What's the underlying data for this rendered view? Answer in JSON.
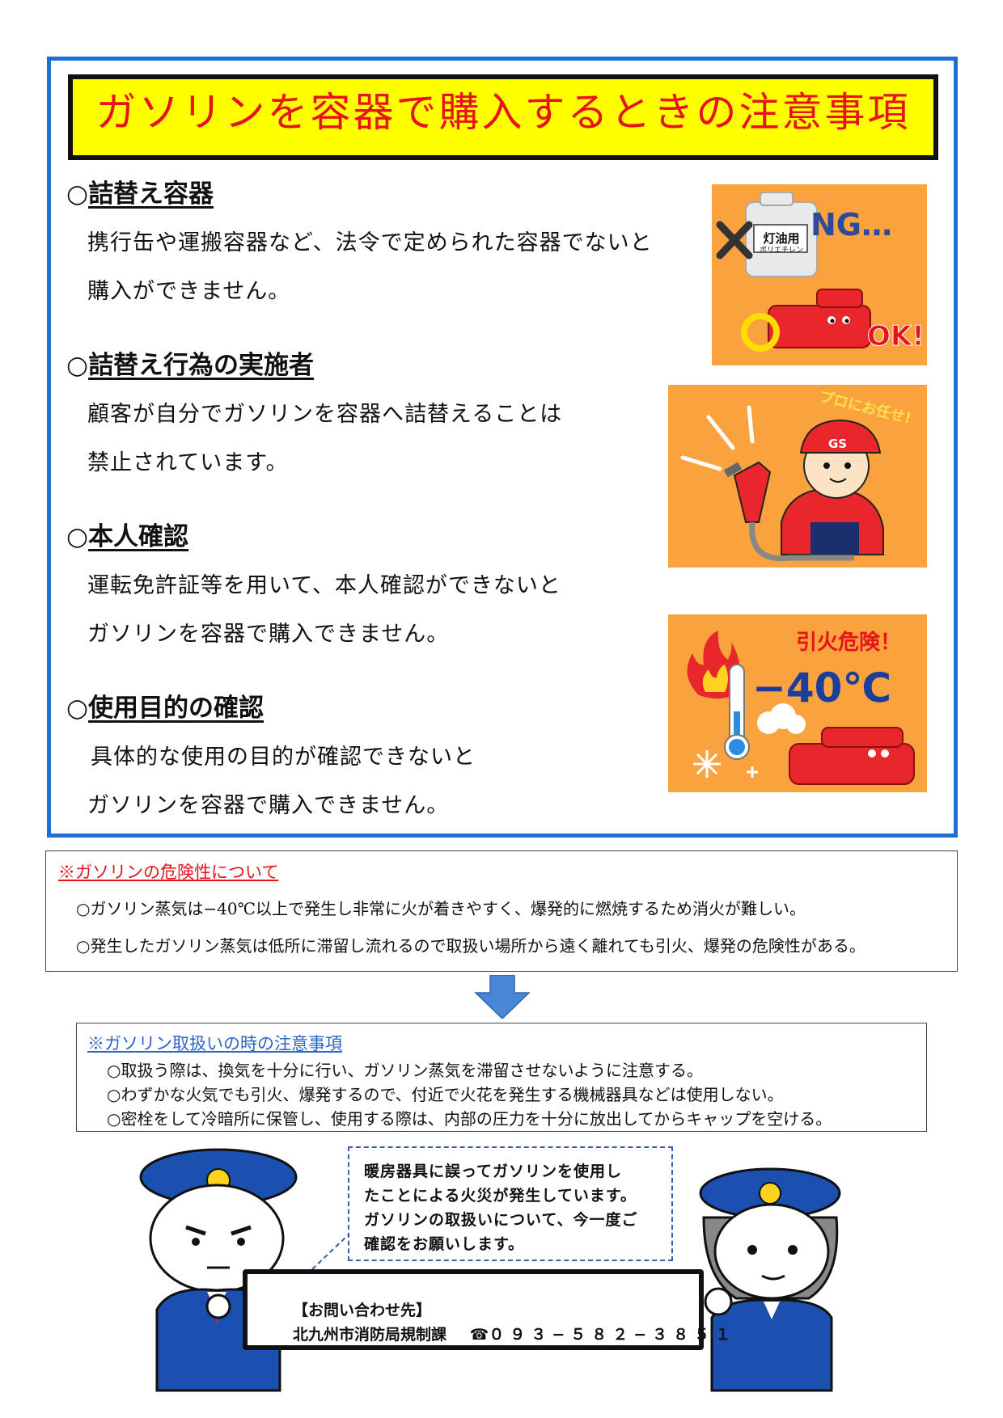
{
  "title": "ガソリンを容器で購入するときの注意事項",
  "sections": [
    {
      "marker": "○",
      "heading": "詰替え容器",
      "lines": [
        "携行缶や運搬容器など、法令で定められた容器でないと",
        "購入ができません。"
      ]
    },
    {
      "marker": "○",
      "heading": "詰替え行為の実施者",
      "lines": [
        "顧客が自分でガソリンを容器へ詰替えることは",
        "禁止されています。"
      ]
    },
    {
      "marker": "○",
      "heading": "本人確認",
      "lines": [
        "運転免許証等を用いて、本人確認ができないと",
        "ガソリンを容器で購入できません。"
      ]
    },
    {
      "marker": "○",
      "heading": "使用目的の確認",
      "lines": [
        "具体的な使用の目的が確認できないと",
        "ガソリンを容器で購入できません。"
      ]
    }
  ],
  "illustrations": {
    "container": {
      "can_label_1": "灯油用",
      "can_label_2": "ポリエチレン",
      "ng": "NG…",
      "ok": "OK!"
    },
    "staff": {
      "banner": "プロにお任せ!",
      "cap": "GS"
    },
    "fire": {
      "warning": "引火危険！",
      "temp": "−40℃"
    }
  },
  "danger": {
    "heading": "※ガソリンの危険性について",
    "lines": [
      "○ガソリン蒸気は−40℃以上で発生し非常に火が着きやすく、爆発的に燃焼するため消火が難しい。",
      "○発生したガソリン蒸気は低所に滞留し流れるので取扱い場所から遠く離れても引火、爆発の危険性がある。"
    ]
  },
  "handling": {
    "heading": "※ガソリン取扱いの時の注意事項",
    "lines": [
      "○取扱う際は、換気を十分に行い、ガソリン蒸気を滞留させないように注意する。",
      "○わずかな火気でも引火、爆発するので、付近で火花を発生する機械器具などは使用しない。",
      "○密栓をして冷暗所に保管し、使用する際は、内部の圧力を十分に放出してからキャップを空ける。"
    ]
  },
  "speech": {
    "lines": [
      "暖房器具に誤ってガソリンを使用し",
      "たことによる火災が発生しています。",
      "ガソリンの取扱いについて、今一度ご",
      "確認をお願いします。"
    ]
  },
  "contact": {
    "heading": "【お問い合わせ先】",
    "office": "北九州市消防局規制課",
    "phone_icon": "☎",
    "phone": "０９３−５８２−３８５１"
  },
  "colors": {
    "frame": "#1f6fd1",
    "title_bg": "#ffff00",
    "title_text": "#e8121b",
    "panel": "#f9a23e",
    "uniform": "#1b4fb0"
  }
}
